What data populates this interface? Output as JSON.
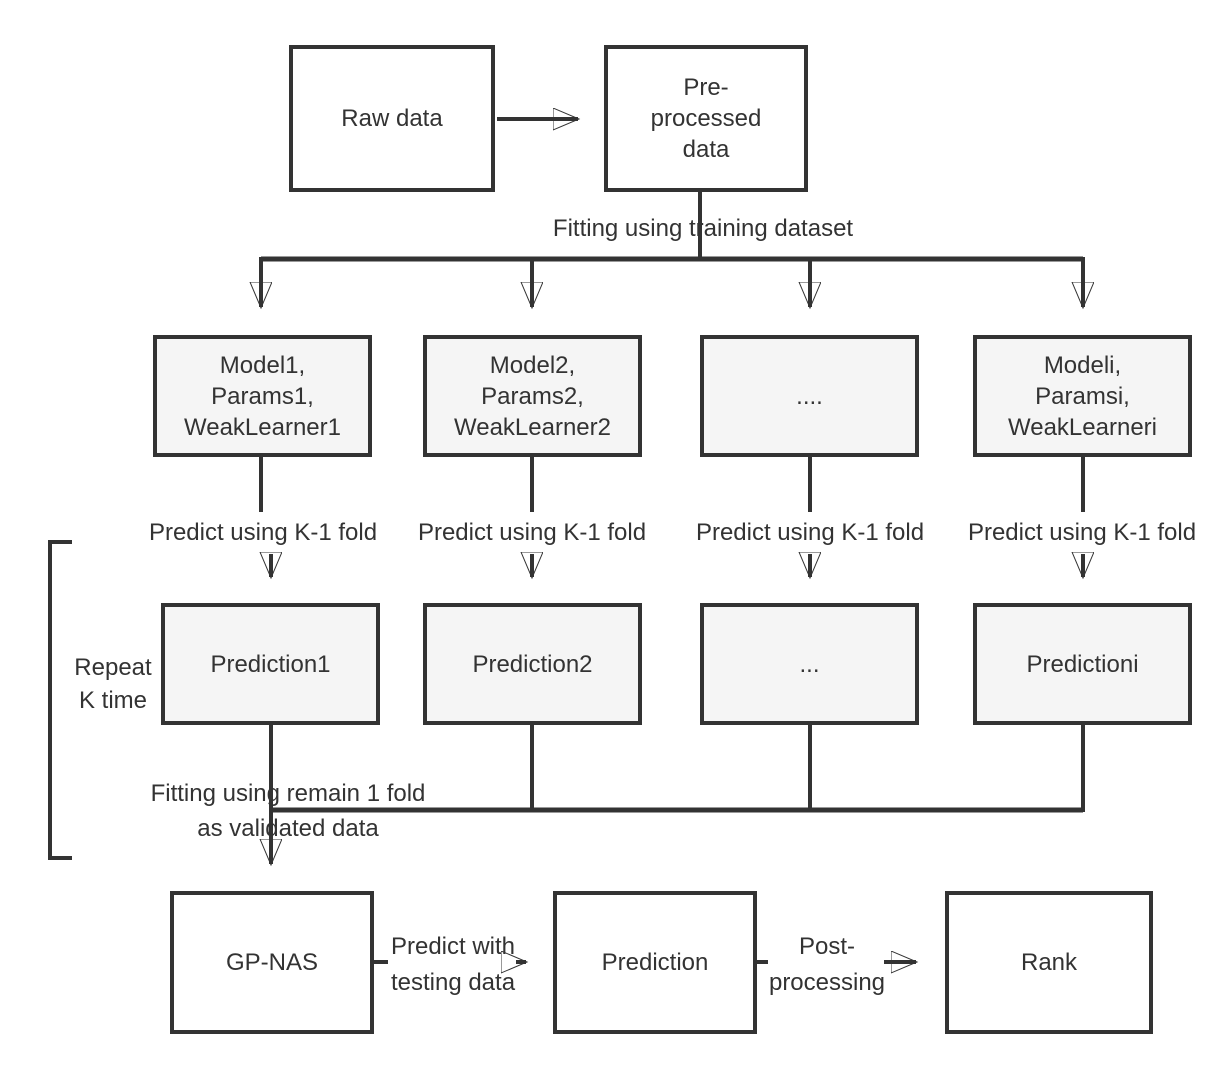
{
  "colors": {
    "line": "#333333",
    "text": "#333333",
    "node_fill_gray": "#f5f5f5",
    "node_fill_white": "#ffffff",
    "background": "#ffffff"
  },
  "nodes": {
    "raw_data": {
      "label": "Raw data"
    },
    "pre_processed": {
      "label": "Pre-\nprocessed\ndata"
    },
    "models": [
      {
        "label": "Model1,\nParams1,\nWeakLearner1"
      },
      {
        "label": "Model2,\nParams2,\nWeakLearner2"
      },
      {
        "label": "...."
      },
      {
        "label": "Modeli,\nParamsi,\nWeakLearneri"
      }
    ],
    "predictions": [
      {
        "label": "Prediction1"
      },
      {
        "label": "Prediction2"
      },
      {
        "label": "..."
      },
      {
        "label": "Predictioni"
      }
    ],
    "gp_nas": {
      "label": "GP-NAS"
    },
    "prediction": {
      "label": "Prediction"
    },
    "rank": {
      "label": "Rank"
    }
  },
  "edge_labels": {
    "fitting_training": "Fitting using training dataset",
    "predict_k_fold": [
      "Predict using K-1 fold",
      "Predict using K-1 fold",
      "Predict using K-1 fold",
      "Predict using K-1 fold"
    ],
    "repeat_k": "Repeat\nK time",
    "fitting_remain": "Fitting using remain 1 fold\nas validated data",
    "predict_testing": "Predict with\ntesting data",
    "post_processing": "Post-\nprocessing"
  }
}
